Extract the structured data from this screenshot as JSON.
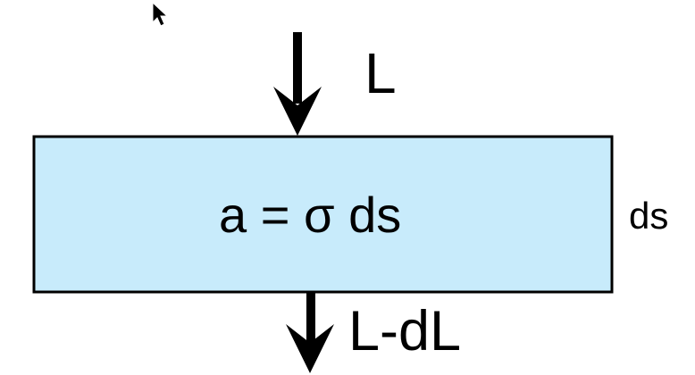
{
  "diagram": {
    "input_label": "L",
    "output_label": "L-dL",
    "box_equation": "a = σ ds",
    "thickness_label": "ds",
    "colors": {
      "box_fill": "#c8ebfb",
      "stroke": "#000000"
    }
  }
}
